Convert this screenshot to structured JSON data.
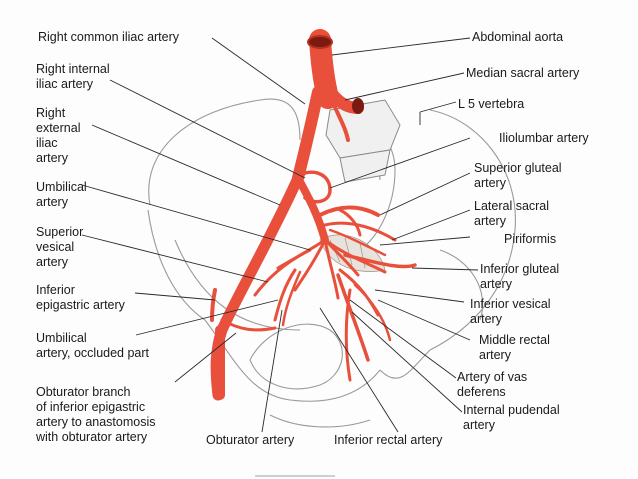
{
  "colors": {
    "artery": "#e8503c",
    "artery_dark": "#b8301f",
    "bone_line": "#8a8a8a",
    "leader": "#222222",
    "text": "#1a1a1a"
  },
  "labels_left": [
    {
      "id": "right-common-iliac-artery",
      "text": "Right common iliac artery"
    },
    {
      "id": "right-internal-iliac-artery",
      "text": "Right internal\niliac artery"
    },
    {
      "id": "right-external-iliac-artery",
      "text": "Right\nexternal\niliac\nartery"
    },
    {
      "id": "umbilical-artery",
      "text": "Umbilical\nartery"
    },
    {
      "id": "superior-vesical-artery",
      "text": "Superior\nvesical\nartery"
    },
    {
      "id": "inferior-epigastric-artery",
      "text": "Inferior\nepigastric artery"
    },
    {
      "id": "umbilical-artery-occluded-part",
      "text": "Umbilical\nartery, occluded part"
    },
    {
      "id": "obturator-branch",
      "text": "Obturator branch\nof inferior epigastric\nartery to anastomosis\nwith obturator artery"
    }
  ],
  "labels_bottom": [
    {
      "id": "obturator-artery",
      "text": "Obturator artery"
    },
    {
      "id": "inferior-rectal-artery",
      "text": "Inferior rectal artery"
    }
  ],
  "labels_right": [
    {
      "id": "abdominal-aorta",
      "text": "Abdominal aorta"
    },
    {
      "id": "median-sacral-artery",
      "text": "Median sacral artery"
    },
    {
      "id": "l5-vertebra",
      "text": "L 5 vertebra"
    },
    {
      "id": "iliolumbar-artery",
      "text": "Iliolumbar artery"
    },
    {
      "id": "superior-gluteal-artery",
      "text": "Superior gluteal\nartery"
    },
    {
      "id": "lateral-sacral-artery",
      "text": "Lateral sacral\nartery"
    },
    {
      "id": "piriformis",
      "text": "Piriformis"
    },
    {
      "id": "inferior-gluteal-artery",
      "text": "Inferior gluteal\nartery"
    },
    {
      "id": "inferior-vesical-artery",
      "text": "Inferior vesical\nartery"
    },
    {
      "id": "middle-rectal-artery",
      "text": "Middle rectal\nartery"
    },
    {
      "id": "artery-of-vas-deferens",
      "text": "Artery of vas\ndeferens"
    },
    {
      "id": "internal-pudendal-artery",
      "text": "Internal pudendal\nartery"
    }
  ]
}
